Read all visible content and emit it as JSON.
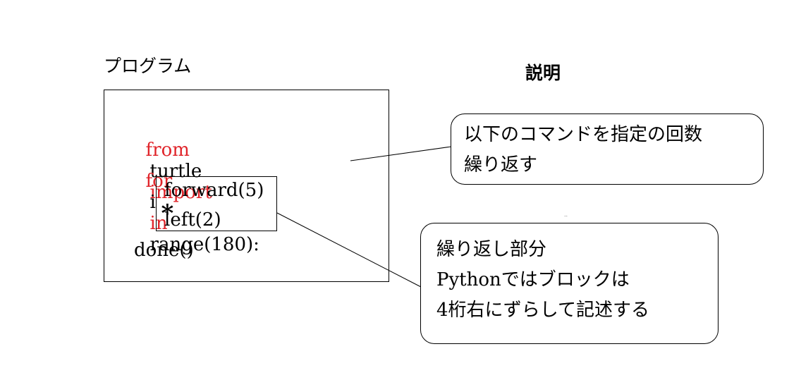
{
  "program_label": "プログラム",
  "explain_label": "説明",
  "code": {
    "line1": {
      "kw1": "from",
      "mod": "turtle",
      "kw2": "import",
      "star": "*"
    },
    "line2": {
      "kw1": "for",
      "var": "i",
      "kw2": "in",
      "call": "range(180):"
    },
    "line3": "forward(5)",
    "line4": "left(2)",
    "line5": "done()"
  },
  "callouts": [
    {
      "lines": [
        "以下のコマンドを指定の回数",
        "繰り返す"
      ]
    },
    {
      "lines": [
        "繰り返し部分",
        "Pythonではブロックは",
        "4桁右にずらして記述する"
      ]
    }
  ],
  "dots": ".."
}
